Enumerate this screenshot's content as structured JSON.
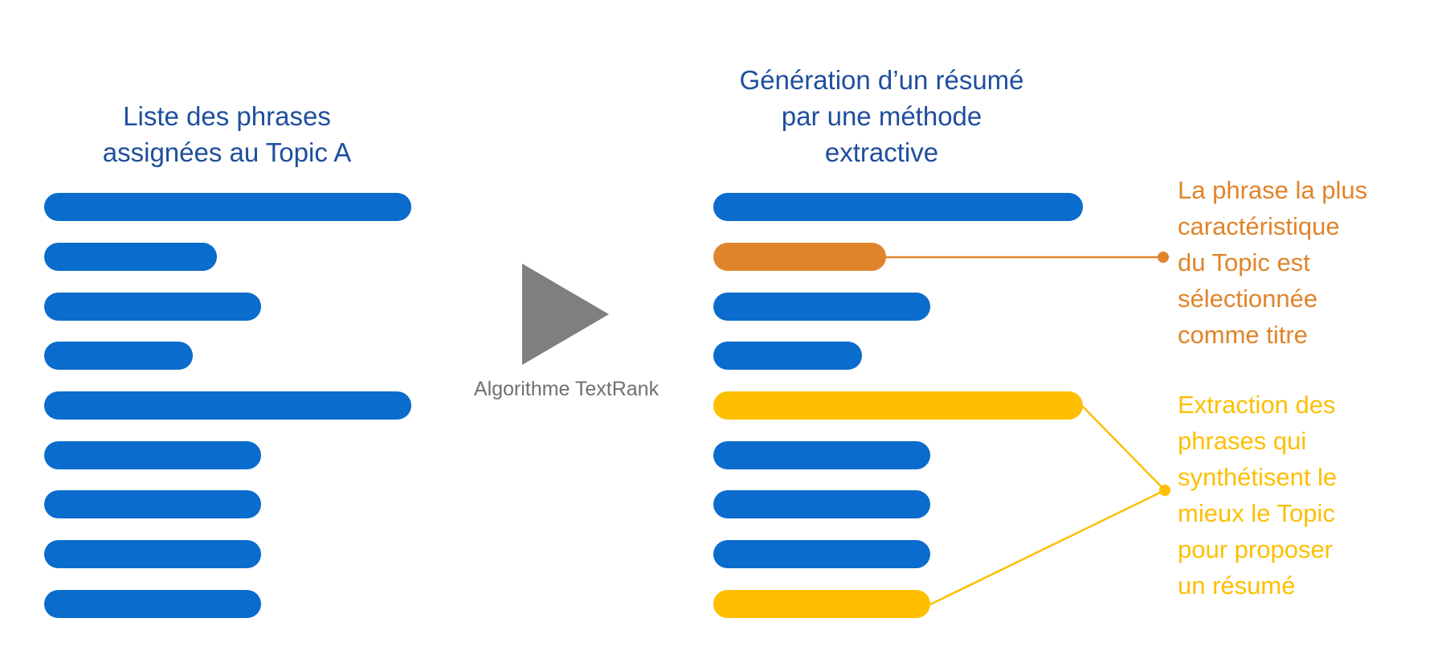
{
  "left_panel": {
    "title": "Liste des phrases\nassignées au Topic A",
    "bars": [
      "blue",
      "blue",
      "blue",
      "blue",
      "blue",
      "blue",
      "blue",
      "blue",
      "blue"
    ]
  },
  "arrow": {
    "label": "Algorithme TextRank"
  },
  "right_panel": {
    "title": "Génération d’un résumé\npar une méthode\nextractive",
    "bars": [
      "blue",
      "orange",
      "blue",
      "blue",
      "yellow",
      "blue",
      "blue",
      "blue",
      "yellow"
    ]
  },
  "annotations": {
    "title_selection": "La phrase la plus\ncaractéristique\ndu Topic est\nsélectionnée\ncomme titre",
    "summary_extraction": "Extraction des\nphrases qui\nsynthétisent le\nmieux le Topic\npour proposer\nun résumé"
  },
  "colors": {
    "title_text": "#1f4e9c",
    "bar_blue": "#0a6ccc",
    "title_highlight": "#e0842b",
    "summary_highlight": "#fdbf00",
    "arrow": "#7f7f7f",
    "label_gray": "#707070"
  }
}
